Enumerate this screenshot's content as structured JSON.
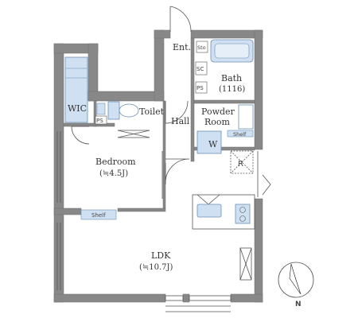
{
  "colors": {
    "wall": "#888888",
    "wall_stroke": "#6f6f6f",
    "fixture_fill": "#cfe0f2",
    "fixture_stroke": "#6a8fb5",
    "line": "#555555",
    "text": "#333333"
  },
  "rooms": {
    "entrance": "Ent.",
    "wic": "WIC",
    "toilet": "Toilet",
    "hall": "Hall",
    "bath": "Bath",
    "bath_size": "(1116)",
    "powder_room_line1": "Powder",
    "powder_room_line2": "Room",
    "bedroom": "Bedroom",
    "bedroom_size": "(≒4.5J)",
    "ldk": "LDK",
    "ldk_size": "(≒10.7J)"
  },
  "fixtures": {
    "sto": "Sto",
    "sc": "SC",
    "ps_bath": "PS",
    "ps_toilet": "PS",
    "refrigerator": "R",
    "washer": "W",
    "shelf_bedroom": "Shelf",
    "shelf_powder": "Shelf"
  },
  "compass": {
    "label": "N",
    "icon": "north-arrow-icon"
  }
}
